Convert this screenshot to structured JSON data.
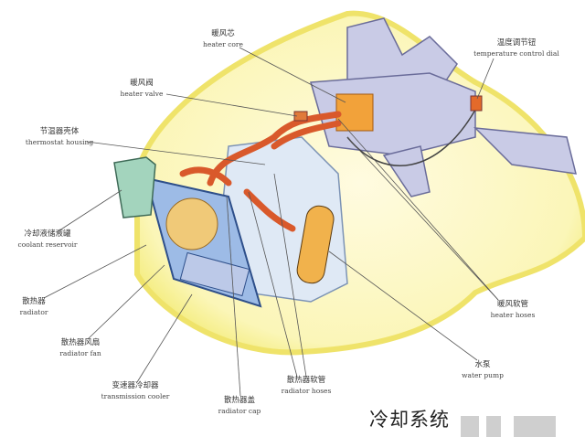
{
  "title": "冷却系统",
  "labels": {
    "heater_core": {
      "zh": "暖风芯",
      "en": "heater core"
    },
    "temperature_dial": {
      "zh": "温度调节钮",
      "en": "temperature control dial"
    },
    "heater_valve": {
      "zh": "暖风阀",
      "en": "heater valve"
    },
    "thermostat_housing": {
      "zh": "节温器壳体",
      "en": "thermostat housing"
    },
    "coolant_reservoir": {
      "zh": "冷却液储液罐",
      "en": "coolant reservoir"
    },
    "radiator": {
      "zh": "散热器",
      "en": "radiator"
    },
    "radiator_fan": {
      "zh": "散热器风扇",
      "en": "radiator fan"
    },
    "transmission_cooler": {
      "zh": "变速器冷却器",
      "en": "transmission cooler"
    },
    "radiator_cap": {
      "zh": "散热器盖",
      "en": "radiator cap"
    },
    "radiator_hoses": {
      "zh": "散热器软管",
      "en": "radiator hoses"
    },
    "water_pump": {
      "zh": "水泵",
      "en": "water pump"
    },
    "heater_hoses": {
      "zh": "暖风软管",
      "en": "heater hoses"
    }
  },
  "colors": {
    "glow": "#f7f3a0",
    "hose": "#d9592b",
    "radiator": "#8fb0e0",
    "engine": "#d8e6f2",
    "reservoir": "#9fcfb7"
  }
}
